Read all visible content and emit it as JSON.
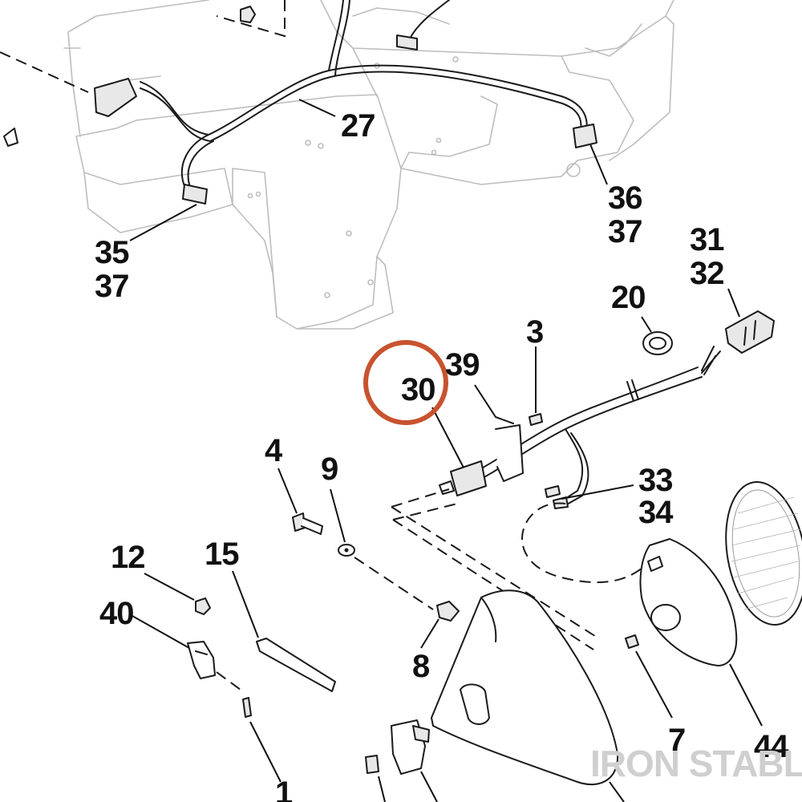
{
  "callouts": {
    "c1": "1",
    "c3": "3",
    "c4": "4",
    "c7": "7",
    "c8": "8",
    "c9": "9",
    "c12": "12",
    "c15": "15",
    "c20": "20",
    "c27": "27",
    "c30": "30",
    "c31": "31",
    "c32": "32",
    "c33": "33",
    "c34": "34",
    "c35": "35",
    "c36": "36",
    "c37a": "37",
    "c37b": "37",
    "c39": "39",
    "c40": "40",
    "c44": "44"
  },
  "highlight": {
    "label": "30",
    "color": "#c8532e"
  },
  "watermark": "IRON STABLE",
  "colors": {
    "ink": "#111111",
    "ghost": "#bdbdbd",
    "watermark": "#cfcfcf"
  }
}
